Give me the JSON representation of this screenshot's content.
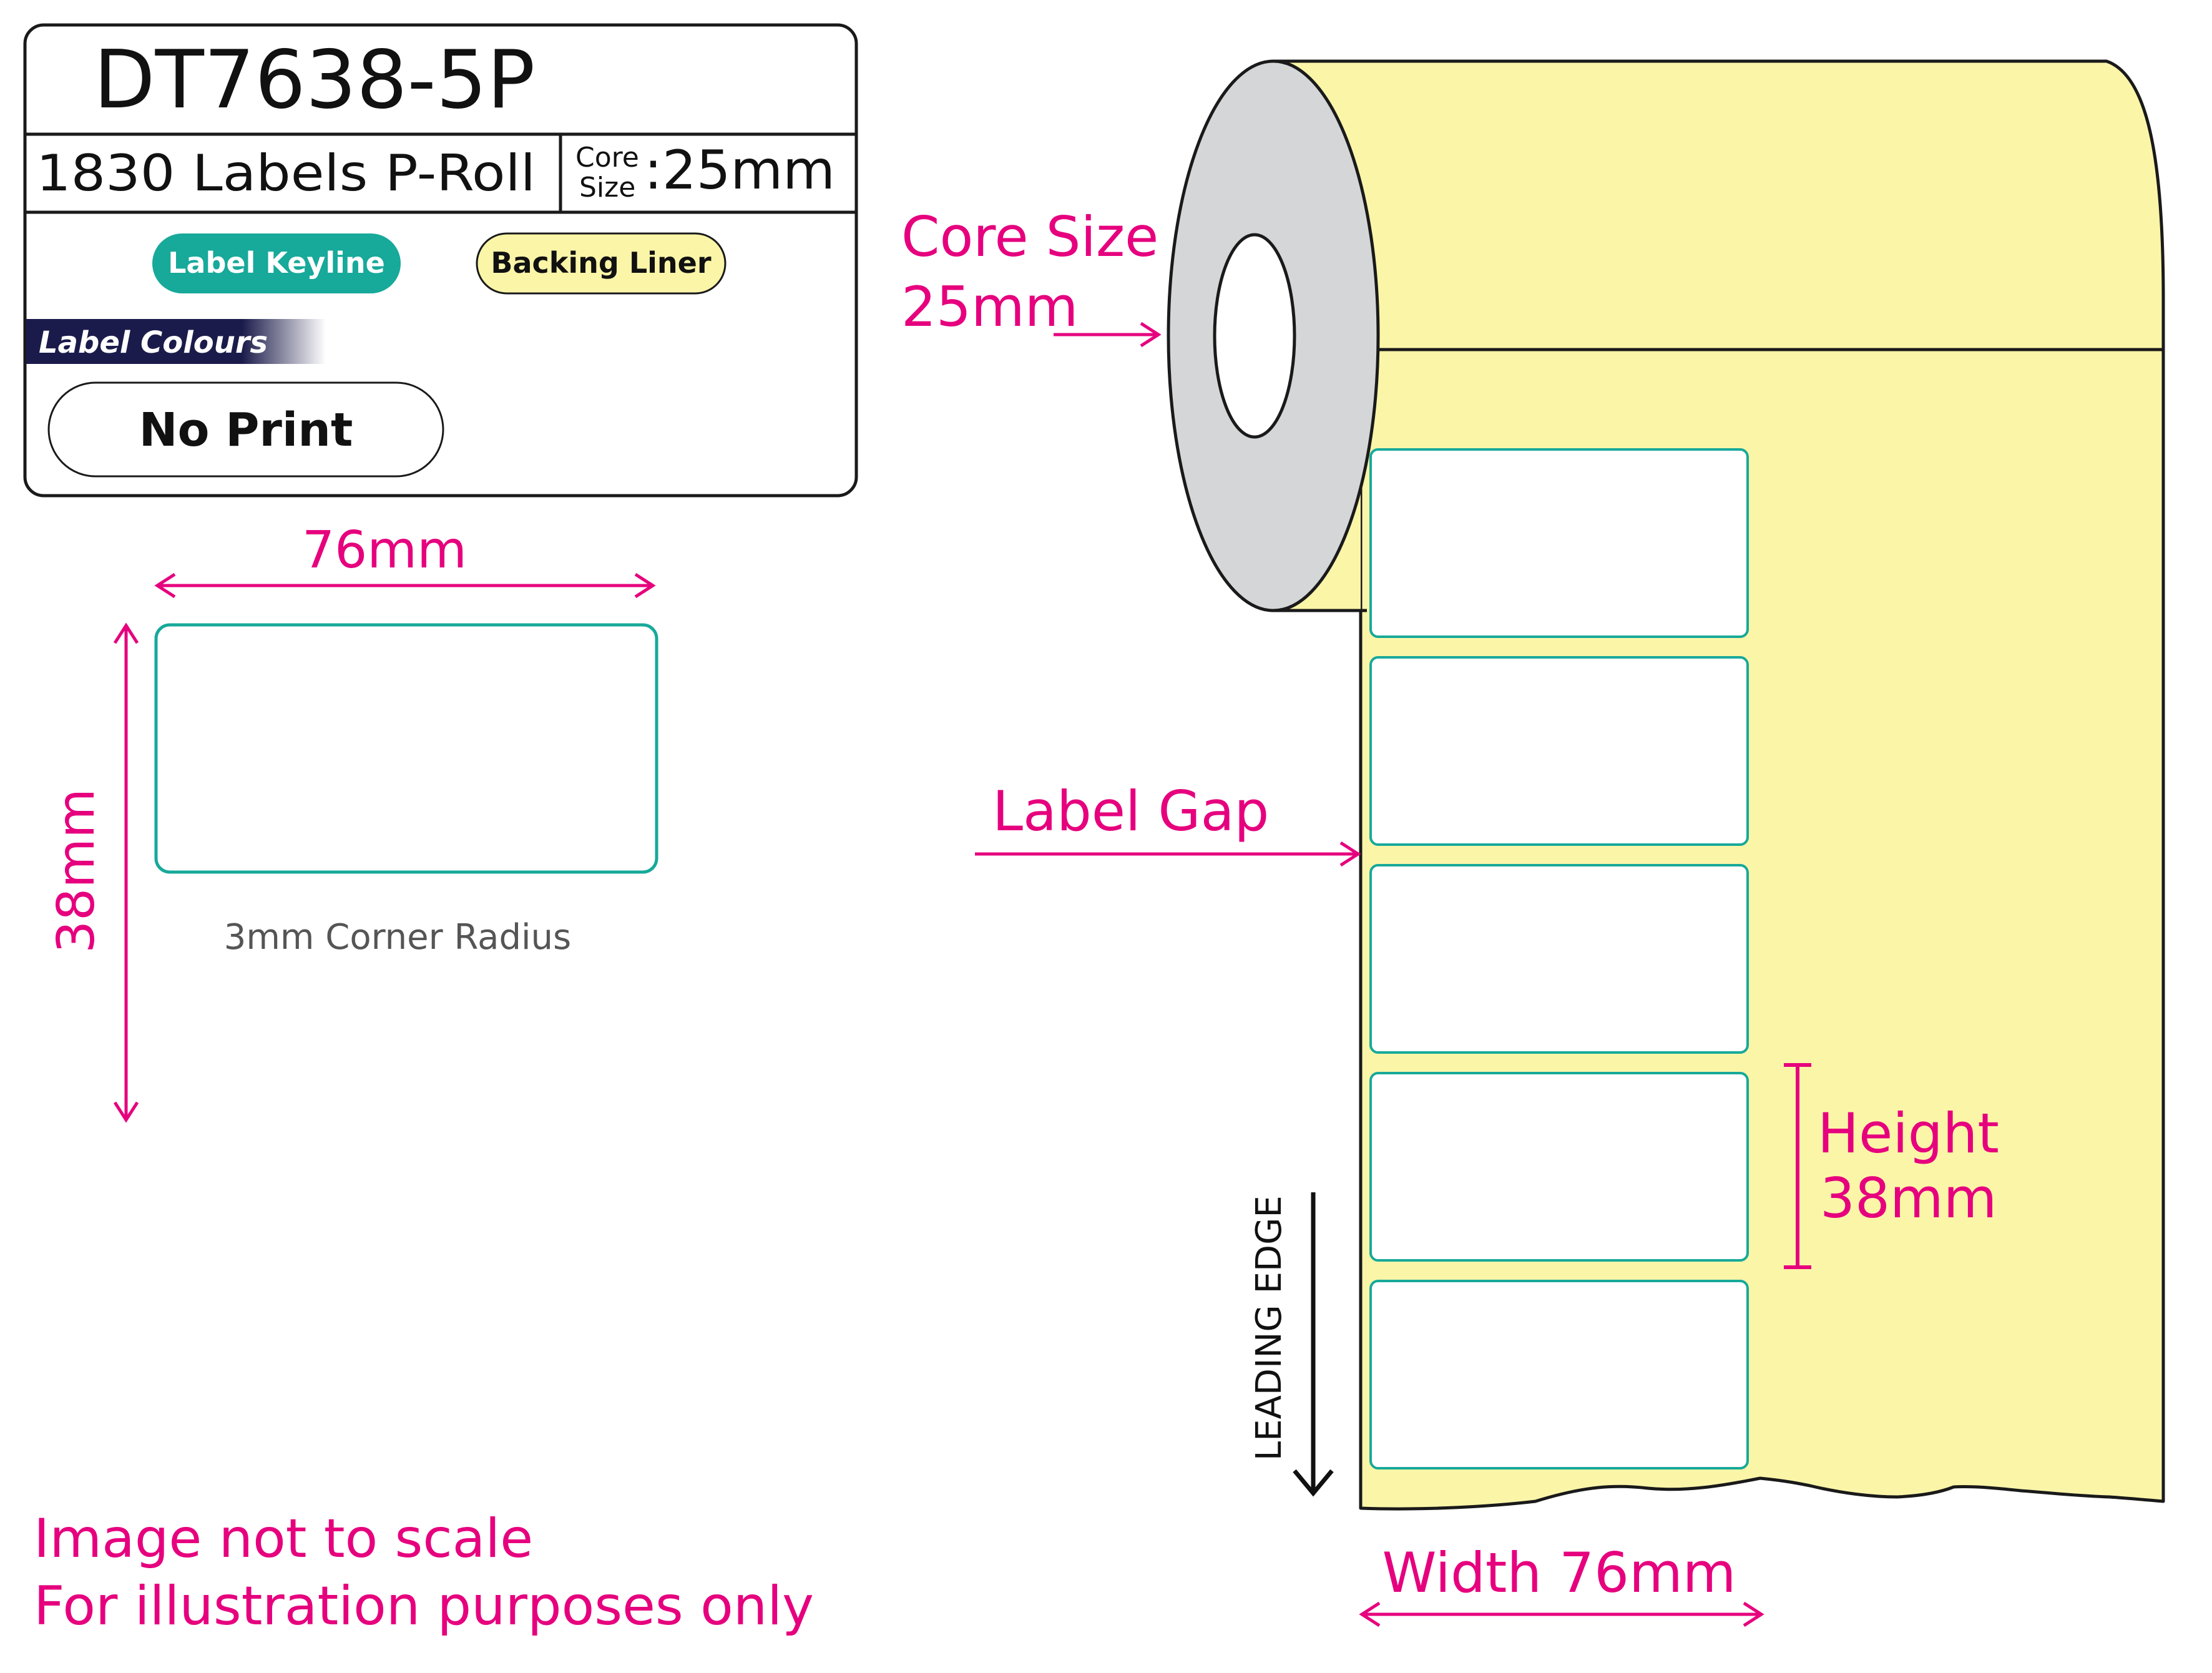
{
  "info_card": {
    "product_code": "DT7638-5P",
    "label_count_text": "1830 Labels P-Roll",
    "core_word": "Core",
    "size_word": "Size",
    "core_size_value": ":25mm",
    "keyline_badge": "Label Keyline",
    "backing_badge": "Backing Liner",
    "label_colours_heading": "Label Colours",
    "print_option": "No Print"
  },
  "label_diagram": {
    "width_label": "76mm",
    "height_label": "38mm",
    "corner_radius_text": "3mm Corner Radius"
  },
  "roll_diagram": {
    "core_size_line1": "Core Size",
    "core_size_line2": "25mm",
    "label_gap_text": "Label Gap",
    "height_line1": "Height",
    "height_line2": "38mm",
    "width_text": "Width 76mm",
    "leading_edge_text": "LEADING EDGE",
    "label_count": 5
  },
  "notes": {
    "line1": "Image not to scale",
    "line2": "For illustration purposes only"
  },
  "colors": {
    "accent_magenta": "#e6007e",
    "keyline_teal": "#17a99a",
    "backing_yellow": "#fbf5a8",
    "core_grey": "#d4d6d8",
    "label_colours_bar": "#1b1b4b"
  }
}
